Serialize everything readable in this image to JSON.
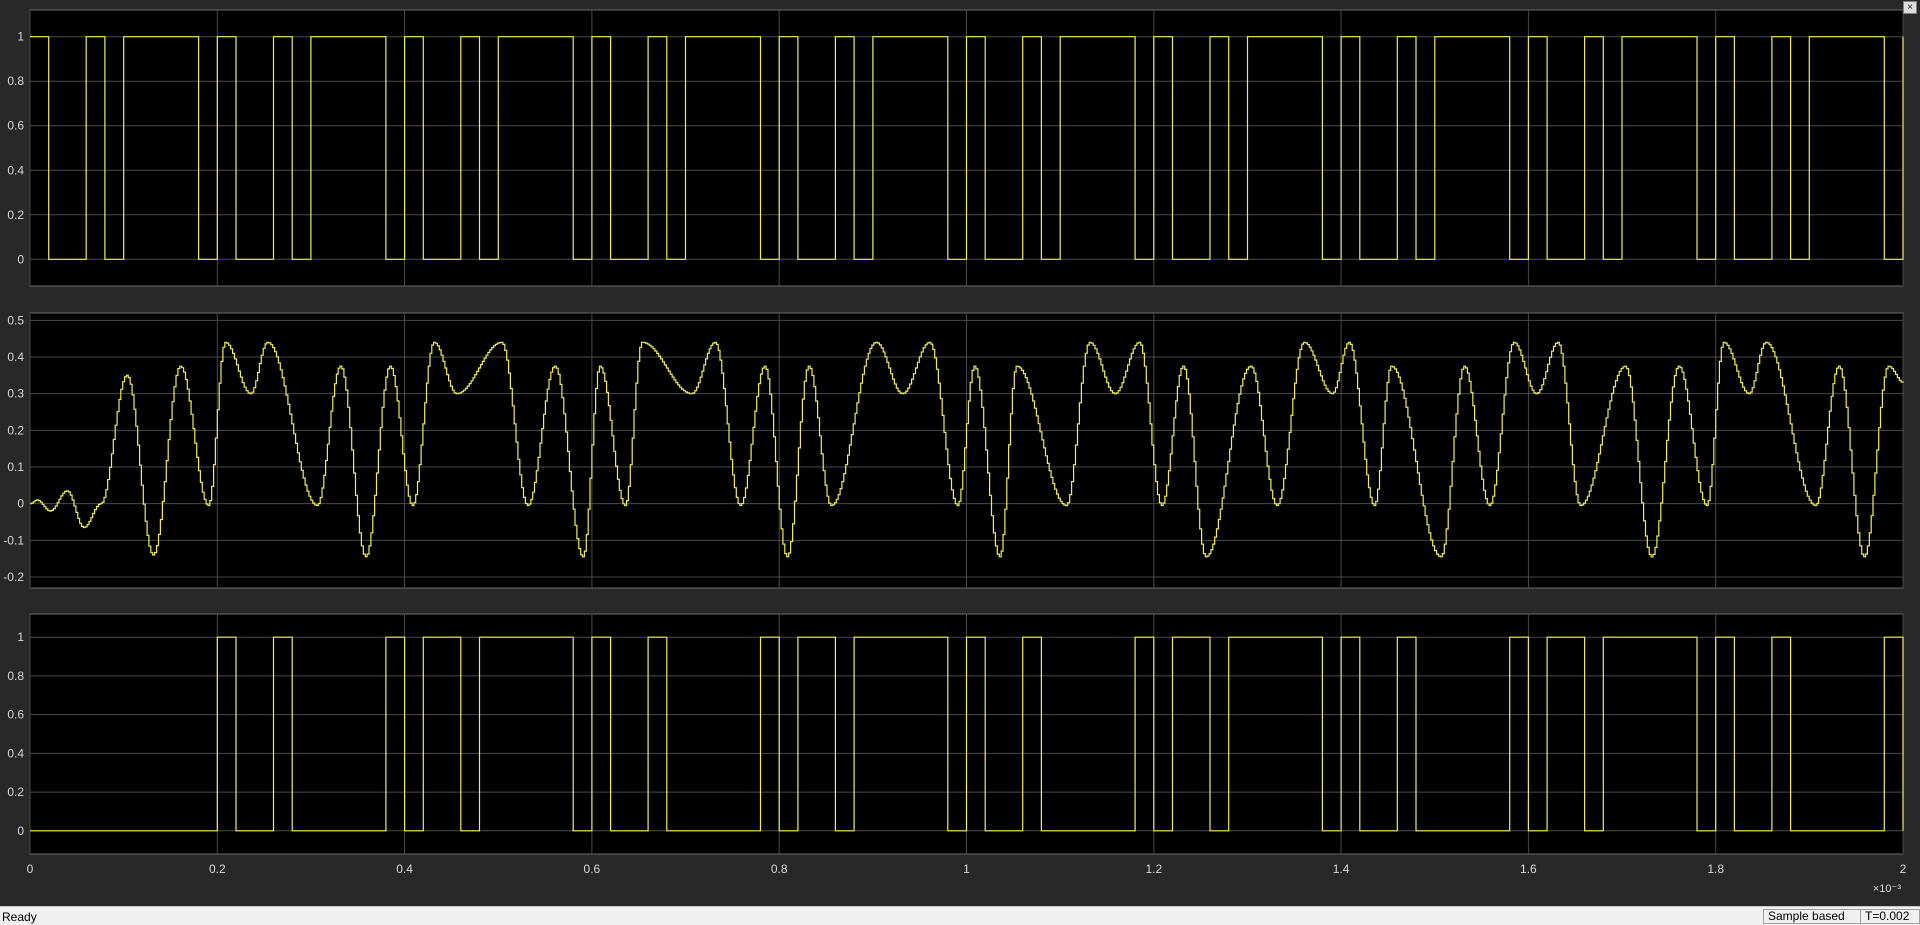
{
  "window": {
    "close_glyph": "×"
  },
  "status_bar": {
    "status_text": "Ready",
    "mode_label": "Sample based",
    "time_label": "T=0.002"
  },
  "colors": {
    "background": "#282828",
    "axes_background": "#000000",
    "grid": "#4a4a4a",
    "tick_label": "#d8d8d8",
    "trace": "#f2ef4a"
  },
  "chart_data": [
    {
      "type": "line",
      "title": "",
      "xlabel": "",
      "ylabel": "",
      "xlim": [
        0,
        2
      ],
      "ylim": [
        -0.12,
        1.12
      ],
      "x_ticks": [
        "0",
        "0.2",
        "0.4",
        "0.6",
        "0.8",
        "1",
        "1.2",
        "1.4",
        "1.6",
        "1.8",
        "2"
      ],
      "y_ticks": [
        "0",
        "0.2",
        "0.4",
        "0.6",
        "0.8",
        "1"
      ],
      "grid": true,
      "series": [
        {
          "style": "step",
          "x": [
            0,
            0.02,
            0.06,
            0.08,
            0.1,
            0.18,
            0.2,
            0.22,
            0.26,
            0.28,
            0.3,
            0.38,
            0.4,
            0.42,
            0.46,
            0.48,
            0.5,
            0.58,
            0.6,
            0.62,
            0.66,
            0.68,
            0.7,
            0.78,
            0.8,
            0.82,
            0.86,
            0.88,
            0.9,
            0.98,
            1,
            1.02,
            1.06,
            1.08,
            1.1,
            1.18,
            1.2,
            1.22,
            1.26,
            1.28,
            1.3,
            1.38,
            1.4,
            1.42,
            1.46,
            1.48,
            1.5,
            1.58,
            1.6,
            1.62,
            1.66,
            1.68,
            1.7,
            1.78,
            1.8,
            1.82,
            1.86,
            1.88,
            1.9,
            1.98,
            2
          ],
          "y": [
            1,
            0,
            1,
            0,
            1,
            0,
            1,
            0,
            1,
            0,
            1,
            0,
            1,
            0,
            1,
            0,
            1,
            0,
            1,
            0,
            1,
            0,
            1,
            0,
            1,
            0,
            1,
            0,
            1,
            0,
            1,
            0,
            1,
            0,
            1,
            0,
            1,
            0,
            1,
            0,
            1,
            0,
            1,
            0,
            1,
            0,
            1,
            0,
            1,
            0,
            1,
            0,
            1,
            0,
            1,
            0,
            1,
            0,
            1,
            0,
            1
          ]
        }
      ]
    },
    {
      "type": "line",
      "title": "",
      "xlabel": "",
      "ylabel": "",
      "xlim": [
        0,
        2
      ],
      "ylim": [
        -0.23,
        0.52
      ],
      "x_ticks": [
        "0",
        "0.2",
        "0.4",
        "0.6",
        "0.8",
        "1",
        "1.2",
        "1.4",
        "1.6",
        "1.8",
        "2"
      ],
      "y_ticks": [
        "-0.2",
        "-0.1",
        "0",
        "0.1",
        "0.2",
        "0.3",
        "0.4",
        "0.5"
      ],
      "grid": true,
      "series": [
        {
          "style": "staircase",
          "x": [
            0,
            0.007,
            0.021,
            0.039,
            0.057,
            0.075,
            0.103,
            0.131,
            0.16,
            0.19,
            0.208,
            0.235,
            0.253,
            0.306,
            0.331,
            0.358,
            0.384,
            0.408,
            0.431,
            0.455,
            0.503,
            0.531,
            0.56,
            0.59,
            0.608,
            0.635,
            0.653,
            0.706,
            0.731,
            0.758,
            0.784,
            0.808,
            0.831,
            0.855,
            0.903,
            0.931,
            0.96,
            0.99,
            1.008,
            1.035,
            1.053,
            1.106,
            1.131,
            1.158,
            1.184,
            1.208,
            1.231,
            1.255,
            1.303,
            1.331,
            1.36,
            1.39,
            1.408,
            1.435,
            1.453,
            1.506,
            1.531,
            1.558,
            1.584,
            1.608,
            1.631,
            1.655,
            1.703,
            1.731,
            1.76,
            1.79,
            1.808,
            1.835,
            1.853,
            1.906,
            1.931,
            1.958,
            1.984,
            2
          ],
          "y": [
            0,
            0.01,
            -0.02,
            0.035,
            -0.065,
            0.0,
            0.35,
            -0.14,
            0.375,
            -0.005,
            0.44,
            0.3,
            0.44,
            -0.005,
            0.375,
            -0.145,
            0.375,
            -0.005,
            0.44,
            0.3,
            0.44,
            -0.005,
            0.375,
            -0.145,
            0.375,
            -0.005,
            0.44,
            0.3,
            0.44,
            -0.005,
            0.375,
            -0.145,
            0.375,
            -0.005,
            0.44,
            0.3,
            0.44,
            -0.005,
            0.375,
            -0.145,
            0.375,
            -0.005,
            0.44,
            0.3,
            0.44,
            -0.005,
            0.375,
            -0.145,
            0.375,
            -0.005,
            0.44,
            0.3,
            0.44,
            -0.005,
            0.375,
            -0.145,
            0.375,
            -0.005,
            0.44,
            0.3,
            0.44,
            -0.005,
            0.375,
            -0.145,
            0.375,
            -0.005,
            0.44,
            0.3,
            0.44,
            -0.005,
            0.375,
            -0.145,
            0.375,
            0.33
          ]
        }
      ]
    },
    {
      "type": "line",
      "title": "",
      "xlabel": "",
      "ylabel": "",
      "xlim": [
        0,
        2
      ],
      "ylim": [
        -0.12,
        1.12
      ],
      "x_ticks": [
        "0",
        "0.2",
        "0.4",
        "0.6",
        "0.8",
        "1",
        "1.2",
        "1.4",
        "1.6",
        "1.8",
        "2"
      ],
      "x_exponent": "×10⁻³",
      "y_ticks": [
        "0",
        "0.2",
        "0.4",
        "0.6",
        "0.8",
        "1"
      ],
      "grid": true,
      "series": [
        {
          "style": "step",
          "x": [
            0,
            0.2,
            0.22,
            0.26,
            0.28,
            0.38,
            0.4,
            0.42,
            0.46,
            0.48,
            0.58,
            0.6,
            0.62,
            0.66,
            0.68,
            0.78,
            0.8,
            0.82,
            0.86,
            0.88,
            0.98,
            1,
            1.02,
            1.06,
            1.08,
            1.18,
            1.2,
            1.22,
            1.26,
            1.28,
            1.38,
            1.4,
            1.42,
            1.46,
            1.48,
            1.58,
            1.6,
            1.62,
            1.66,
            1.68,
            1.78,
            1.8,
            1.82,
            1.86,
            1.88,
            1.98,
            2
          ],
          "y": [
            0,
            1,
            0,
            1,
            0,
            1,
            0,
            1,
            0,
            1,
            0,
            1,
            0,
            1,
            0,
            1,
            0,
            1,
            0,
            1,
            0,
            1,
            0,
            1,
            0,
            1,
            0,
            1,
            0,
            1,
            0,
            1,
            0,
            1,
            0,
            1,
            0,
            1,
            0,
            1,
            0,
            1,
            0,
            1,
            0,
            1,
            0
          ]
        }
      ]
    }
  ]
}
